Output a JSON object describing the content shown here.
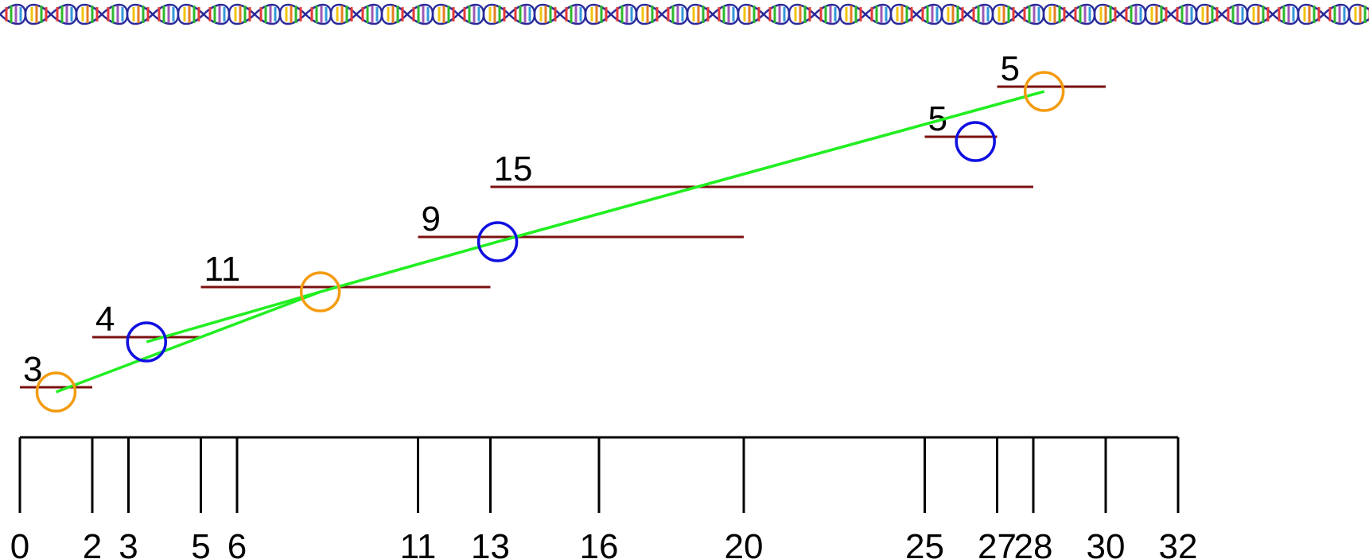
{
  "axis": {
    "ticks": [
      0,
      2,
      3,
      5,
      6,
      11,
      13,
      16,
      20,
      25,
      27,
      28,
      30,
      32
    ],
    "range": [
      0,
      32
    ]
  },
  "intervals": [
    {
      "start": 0,
      "end": 2,
      "weight": "3"
    },
    {
      "start": 2,
      "end": 5,
      "weight": "4"
    },
    {
      "start": 5,
      "end": 13,
      "weight": "11"
    },
    {
      "start": 11,
      "end": 20,
      "weight": "9"
    },
    {
      "start": 13,
      "end": 28,
      "weight": "15"
    },
    {
      "start": 25,
      "end": 27,
      "weight": "5"
    },
    {
      "start": 27,
      "end": 30,
      "weight": "5"
    }
  ],
  "markers": [
    {
      "interval": 0,
      "x": 1,
      "color": "#f39c12"
    },
    {
      "interval": 1,
      "x": 3.5,
      "color": "#1010e0"
    },
    {
      "interval": 2,
      "x": 8.3,
      "color": "#f39c12"
    },
    {
      "interval": 3,
      "x": 13.2,
      "color": "#1010e0"
    },
    {
      "interval": 5,
      "x": 26.4,
      "color": "#1010e0"
    },
    {
      "interval": 6,
      "x": 28.3,
      "color": "#f39c12"
    }
  ],
  "chains": [
    [
      0,
      2,
      3,
      6
    ],
    [
      1,
      2,
      3,
      5
    ]
  ],
  "colors": {
    "interval": "#7b1010",
    "chain": "#22ee22",
    "orange_marker": "#f39c12",
    "blue_marker": "#1010e0"
  },
  "banner_icon": "dna-helix-banner"
}
